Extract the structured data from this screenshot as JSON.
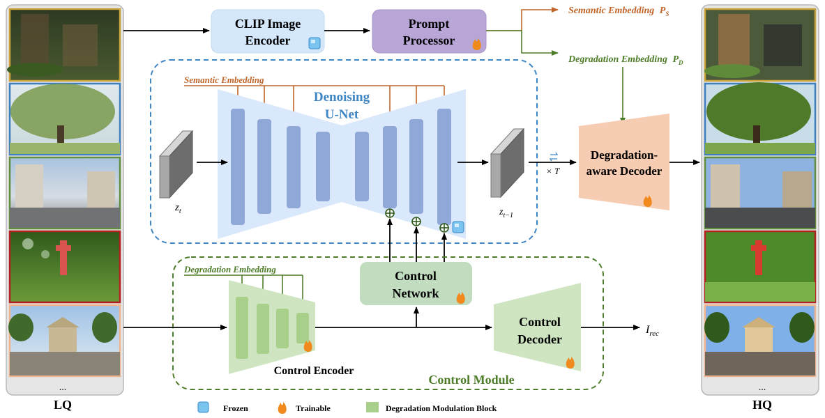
{
  "columns": {
    "lq_label": "LQ",
    "hq_label": "HQ",
    "ellipsis": "..."
  },
  "blocks": {
    "clip_encoder": {
      "line1": "CLIP Image",
      "line2": "Encoder"
    },
    "prompt_processor": {
      "line1": "Prompt",
      "line2": "Processor"
    },
    "denoising_unet": {
      "line1": "Denoising",
      "line2": "U-Net"
    },
    "degradation_decoder": {
      "line1": "Degradation-",
      "line2": "aware Decoder"
    },
    "control_network": {
      "line1": "Control",
      "line2": "Network"
    },
    "control_decoder": {
      "line1": "Control",
      "line2": "Decoder"
    },
    "control_encoder": "Control Encoder",
    "control_module": "Control Module"
  },
  "labels": {
    "semantic_embedding_out": "Semantic Embedding",
    "semantic_embedding_sub": "S",
    "degradation_embedding_out": "Degradation Embedding",
    "degradation_embedding_sub": "D",
    "embedding_symbol": "P",
    "semantic_embedding_in": "Semantic Embedding",
    "degradation_embedding_in": "Degradation Embedding",
    "z_t": "z",
    "z_t_sub": "t",
    "z_t1": "z",
    "z_t1_sub": "t−1",
    "loop_times": "× T",
    "i_rec": "I",
    "i_rec_sub": "rec"
  },
  "legend": {
    "frozen": "Frozen",
    "trainable": "Trainable",
    "block": "Degradation Modulation Block"
  },
  "colors": {
    "semantic": "#c0652a",
    "degradation": "#4e7d2a",
    "unet_blue": "#3f86c4",
    "frame_yellow": "#c9a23a",
    "frame_blue": "#3f7fc0",
    "frame_green": "#5f8f3e",
    "frame_red": "#b32020",
    "frame_peach": "#f0b48f"
  }
}
